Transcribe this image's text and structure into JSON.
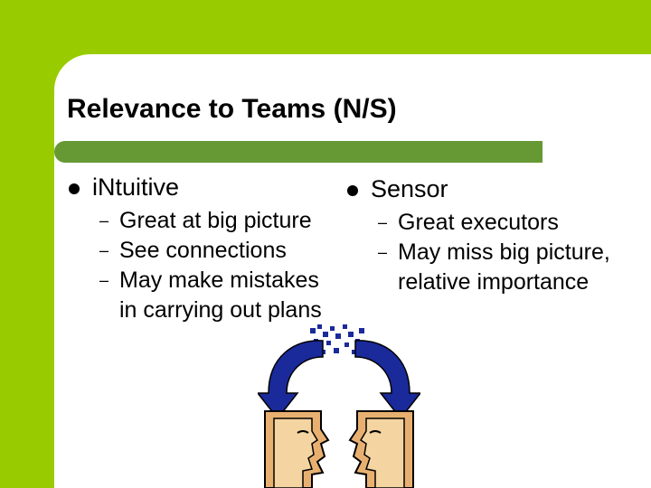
{
  "slide": {
    "title": "Relevance to Teams (N/S)",
    "left": {
      "heading": "iNtuitive",
      "items": [
        "Great at big picture",
        "See connections",
        "May make mistakes in carrying out plans"
      ]
    },
    "right": {
      "heading": "Sensor",
      "items": [
        "Great executors",
        "May miss big picture, relative importance"
      ]
    },
    "bullet_marker": "–",
    "colors": {
      "accent_green": "#99cc00",
      "rule_green": "#669933",
      "arrow_blue": "#1a2a9a"
    },
    "illustration": "two-heads-exchanging-ideas-icon"
  }
}
